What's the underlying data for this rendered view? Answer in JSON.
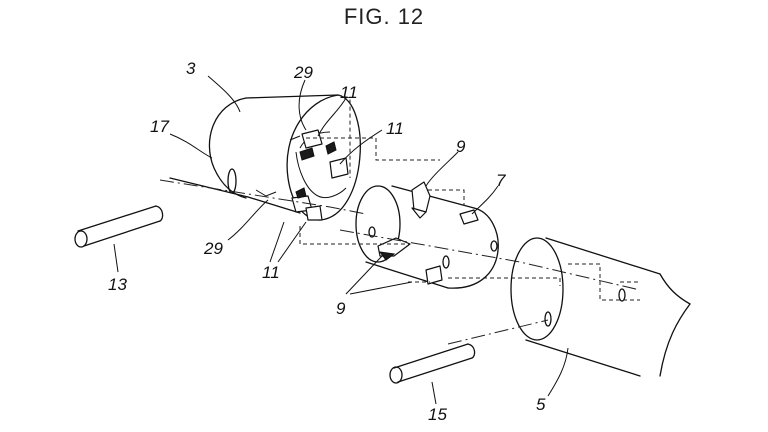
{
  "figure": {
    "title": "FIG. 12"
  },
  "labels": {
    "l3": "3",
    "l29a": "29",
    "l11a": "11",
    "l17": "17",
    "l11b": "11",
    "l9a": "9",
    "l7": "7",
    "l29b": "29",
    "l11c": "11",
    "l13": "13",
    "l9b": "9",
    "l15": "15",
    "l5": "5"
  }
}
